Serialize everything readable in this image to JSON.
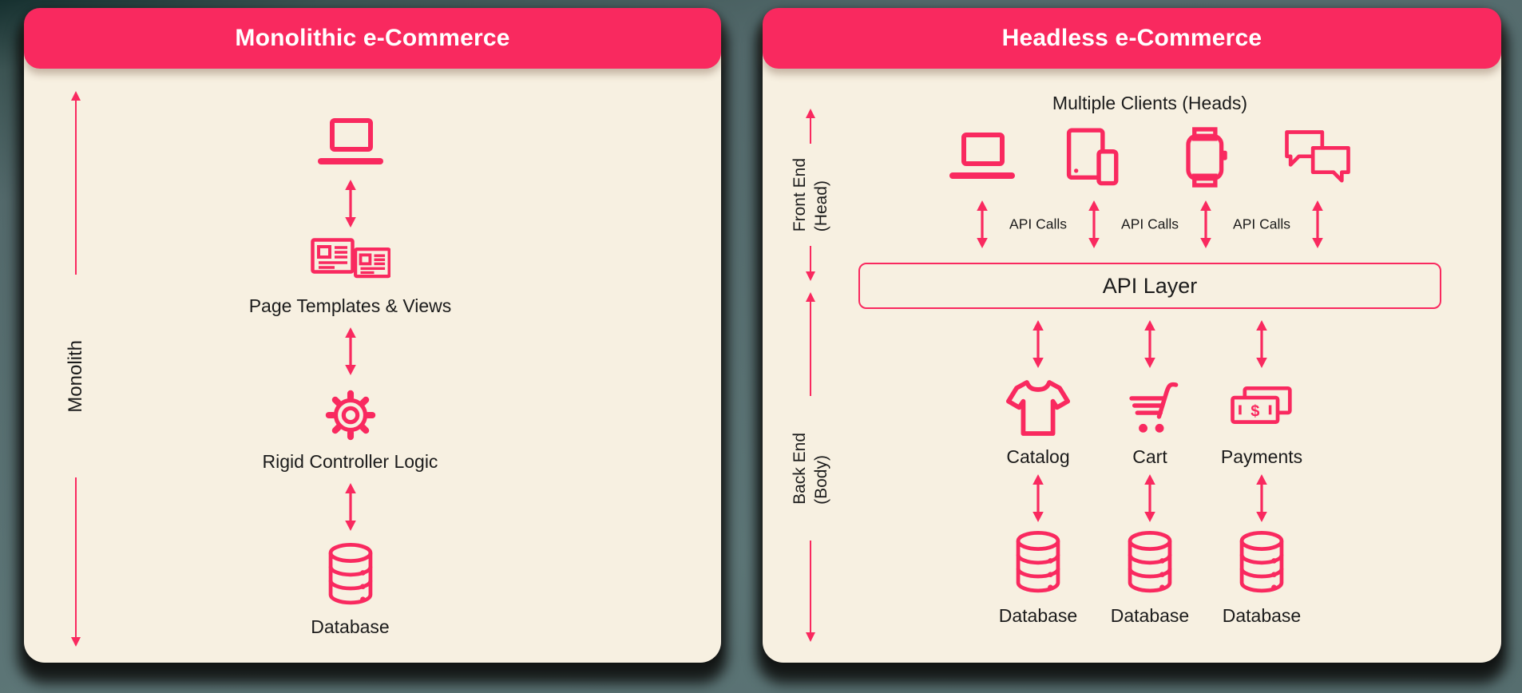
{
  "colors": {
    "accent": "#F9295F",
    "panel_bg": "#F7F0E1",
    "page_bg": "#566E6F",
    "text": "#1B1B1B",
    "header_text": "#FFFFFF"
  },
  "monolithic_panel": {
    "title": "Monolithic e-Commerce",
    "axis": {
      "label": "Monolith"
    },
    "flow": [
      {
        "icon": "laptop",
        "label": ""
      },
      {
        "icon": "page-templates",
        "label": "Page Templates & Views"
      },
      {
        "icon": "gear",
        "label": "Rigid Controller Logic"
      },
      {
        "icon": "database",
        "label": "Database"
      }
    ]
  },
  "headless_panel": {
    "title": "Headless e-Commerce",
    "clients_heading": "Multiple Clients (Heads)",
    "front_axis": {
      "line1": "Front End",
      "line2": "(Head)"
    },
    "back_axis": {
      "line1": "Back End",
      "line2": "(Body)"
    },
    "clients": [
      {
        "icon": "laptop"
      },
      {
        "icon": "tablet-phone"
      },
      {
        "icon": "smartwatch"
      },
      {
        "icon": "chat-bubbles"
      }
    ],
    "api_call_labels": [
      "API Calls",
      "API Calls",
      "API Calls"
    ],
    "api_layer_label": "API Layer",
    "services": [
      {
        "icon": "tshirt",
        "label": "Catalog",
        "db_icon": "database",
        "database_label": "Database"
      },
      {
        "icon": "cart",
        "label": "Cart",
        "db_icon": "database",
        "database_label": "Database"
      },
      {
        "icon": "money",
        "label": "Payments",
        "db_icon": "database",
        "database_label": "Database"
      }
    ]
  }
}
